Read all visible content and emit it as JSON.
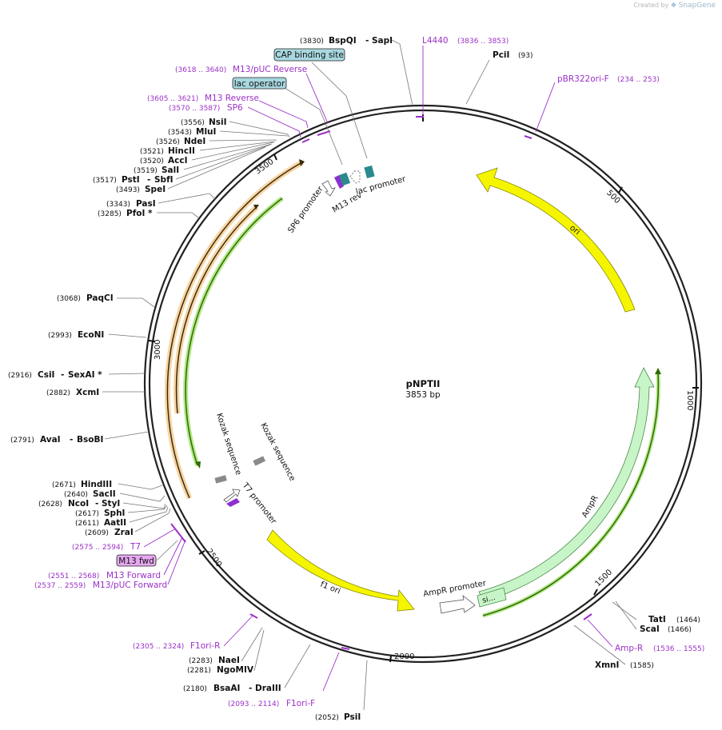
{
  "credit": {
    "prefix": "Created by",
    "brand": "SnapGene"
  },
  "plasmid": {
    "name": "pNPTII",
    "length_label": "3853 bp",
    "length": 3853
  },
  "colors": {
    "backbone": "#222222",
    "primer": "#9b30c8",
    "ori": "#f5f500",
    "ampr": "#c8f5c8",
    "orange": "#f0a030",
    "green_orf": "#2e8b00",
    "lac_operator": "#a8d8e0",
    "m13fwd": "#e6a8f0"
  },
  "ticks": [
    {
      "bp": 500,
      "label": "500"
    },
    {
      "bp": 1000,
      "label": "1000"
    },
    {
      "bp": 1500,
      "label": "1500"
    },
    {
      "bp": 2000,
      "label": "2000"
    },
    {
      "bp": 2500,
      "label": "2500"
    },
    {
      "bp": 3000,
      "label": "3000"
    },
    {
      "bp": 3500,
      "label": "3500"
    }
  ],
  "enzymes": [
    {
      "name": "BspQI",
      "name2": "SapI",
      "pos": "(3830)"
    },
    {
      "name": "PciI",
      "pos": "(93)"
    },
    {
      "name": "NsiI",
      "pos": "(3556)"
    },
    {
      "name": "MluI",
      "pos": "(3543)"
    },
    {
      "name": "NdeI",
      "pos": "(3526)"
    },
    {
      "name": "HincII",
      "pos": "(3521)"
    },
    {
      "name": "AccI",
      "pos": "(3520)"
    },
    {
      "name": "SalI",
      "pos": "(3519)"
    },
    {
      "name": "PstI",
      "name2": "SbfI",
      "pos": "(3517)"
    },
    {
      "name": "SpeI",
      "pos": "(3493)"
    },
    {
      "name": "PasI",
      "pos": "(3343)"
    },
    {
      "name": "PfoI *",
      "pos": "(3285)"
    },
    {
      "name": "PaqCI",
      "pos": "(3068)"
    },
    {
      "name": "EcoNI",
      "pos": "(2993)"
    },
    {
      "name": "CsiI",
      "name2": "SexAI *",
      "pos": "(2916)"
    },
    {
      "name": "XcmI",
      "pos": "(2882)"
    },
    {
      "name": "AvaI",
      "name2": "BsoBI",
      "pos": "(2791)"
    },
    {
      "name": "HindIII",
      "pos": "(2671)"
    },
    {
      "name": "SacII",
      "pos": "(2640)"
    },
    {
      "name": "NcoI",
      "name2": "StyI",
      "pos": "(2628)"
    },
    {
      "name": "SphI",
      "pos": "(2617)"
    },
    {
      "name": "AatII",
      "pos": "(2611)"
    },
    {
      "name": "ZraI",
      "pos": "(2609)"
    },
    {
      "name": "NaeI",
      "pos": "(2283)"
    },
    {
      "name": "NgoMIV",
      "pos": "(2281)"
    },
    {
      "name": "BsaAI",
      "name2": "DraIII",
      "pos": "(2180)"
    },
    {
      "name": "PsiI",
      "pos": "(2052)"
    },
    {
      "name": "TatI",
      "pos": "(1464)"
    },
    {
      "name": "ScaI",
      "pos": "(1466)"
    },
    {
      "name": "XmnI",
      "pos": "(1585)"
    }
  ],
  "primers": [
    {
      "name": "L4440",
      "pos": "(3836 .. 3853)"
    },
    {
      "name": "pBR322ori-F",
      "pos": "(234 .. 253)"
    },
    {
      "name": "M13/pUC Reverse",
      "pos": "(3618 .. 3640)"
    },
    {
      "name": "M13 Reverse",
      "pos": "(3605 .. 3621)"
    },
    {
      "name": "SP6",
      "pos": "(3570 .. 3587)"
    },
    {
      "name": "T7",
      "pos": "(2575 .. 2594)"
    },
    {
      "name": "M13 Forward",
      "pos": "(2551 .. 2568)"
    },
    {
      "name": "M13/pUC Forward",
      "pos": "(2537 .. 2559)"
    },
    {
      "name": "F1ori-R",
      "pos": "(2305 .. 2324)"
    },
    {
      "name": "F1ori-F",
      "pos": "(2093 .. 2114)"
    },
    {
      "name": "Amp-R",
      "pos": "(1536 .. 1555)"
    }
  ],
  "boxed_features": {
    "cap": "CAP binding site",
    "lac_operator": "lac operator",
    "m13fwd": "M13 fwd"
  },
  "features": {
    "ori": "ori",
    "ampr": "AmpR",
    "ampr_promoter": "AmpR promoter",
    "signal": "si...",
    "f1_ori": "f1 ori",
    "t7_promoter": "T7 promoter",
    "kozak1": "Kozak sequence",
    "kozak2": "Kozak sequence",
    "sp6_promoter": "SP6 promoter",
    "m13_rev": "M13 rev",
    "lac_promoter": "lac promoter"
  }
}
